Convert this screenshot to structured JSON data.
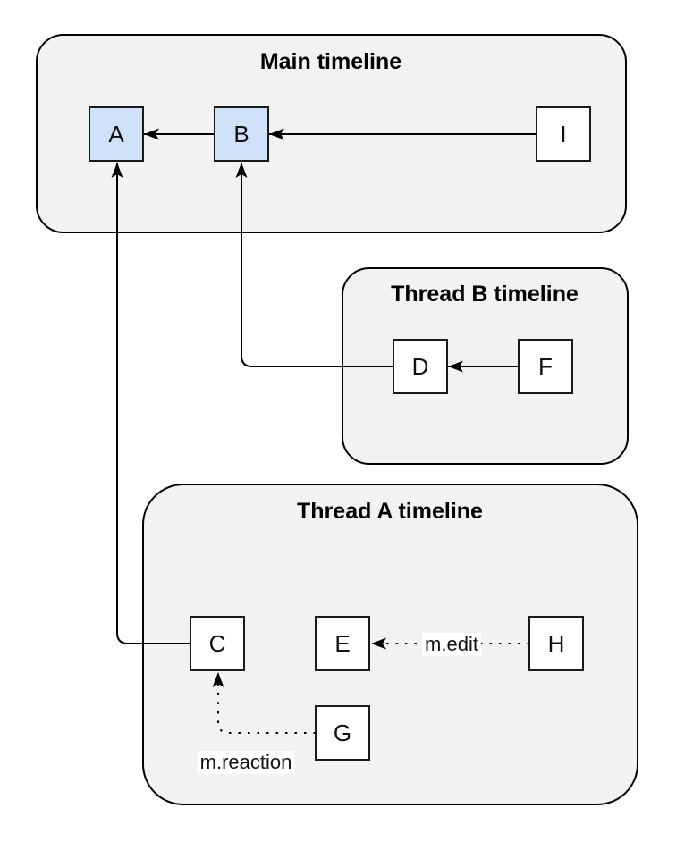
{
  "diagram": {
    "containers": {
      "main": {
        "label": "Main timeline"
      },
      "thread_b": {
        "label": "Thread B timeline"
      },
      "thread_a": {
        "label": "Thread A timeline"
      }
    },
    "nodes": {
      "A": {
        "label": "A",
        "highlighted": true
      },
      "B": {
        "label": "B",
        "highlighted": true
      },
      "I": {
        "label": "I",
        "highlighted": false
      },
      "D": {
        "label": "D",
        "highlighted": false
      },
      "F": {
        "label": "F",
        "highlighted": false
      },
      "C": {
        "label": "C",
        "highlighted": false
      },
      "E": {
        "label": "E",
        "highlighted": false
      },
      "H": {
        "label": "H",
        "highlighted": false
      },
      "G": {
        "label": "G",
        "highlighted": false
      }
    },
    "edges": [
      {
        "from": "B",
        "to": "A",
        "style": "solid",
        "label": ""
      },
      {
        "from": "I",
        "to": "B",
        "style": "solid",
        "label": ""
      },
      {
        "from": "F",
        "to": "D",
        "style": "solid",
        "label": ""
      },
      {
        "from": "D",
        "to": "B",
        "style": "solid",
        "label": ""
      },
      {
        "from": "C",
        "to": "A",
        "style": "solid",
        "label": ""
      },
      {
        "from": "H",
        "to": "E",
        "style": "dotted",
        "label": "m.edit"
      },
      {
        "from": "G",
        "to": "C",
        "style": "dotted",
        "label": "m.reaction"
      }
    ],
    "colors": {
      "container_fill": "#f2f2f2",
      "node_fill": "#ffffff",
      "highlight_node_fill": "#cfe2f7",
      "stroke": "#000000",
      "label_background": "#ffffff"
    }
  }
}
